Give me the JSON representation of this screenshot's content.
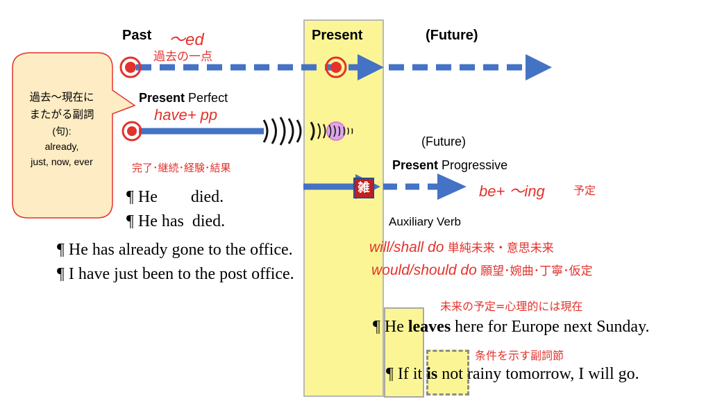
{
  "timeline": {
    "past_label": "Past",
    "past_form": "〜ed",
    "past_point_note": "過去の一点",
    "present_label": "Present",
    "future_label": "(Future)",
    "future_label_2": "(Future)"
  },
  "callout": {
    "line1": "過去〜現在に",
    "line2": "またがる副詞",
    "line3": "(句):",
    "line4": "already,",
    "line5": "just, now, ever"
  },
  "perfect": {
    "title_bold": "Present",
    "title_rest": " Perfect",
    "form": "have+ pp",
    "uses": "完了･継続･経験･結果"
  },
  "progressive": {
    "title_bold": "Present",
    "title_rest": " Progressive",
    "form": "be+ 〜ing",
    "use": "予定",
    "badge": "雑"
  },
  "examples": {
    "ex1": "¶ He        died.",
    "ex2": "¶ He has  died.",
    "ex3": "¶ He has already gone to the office.",
    "ex4": "¶ I have just been to the post office."
  },
  "auxiliary": {
    "title": "Auxiliary Verb",
    "line1_form": "will/shall do",
    "line1_note": " 単純未来・意思未来",
    "line2_form": "would/should do",
    "line2_note": " 願望･婉曲･丁寧･仮定"
  },
  "future_present": {
    "note": "未来の予定=心理的には現在",
    "s_pre": "¶ He ",
    "s_bold": "leaves",
    "s_post": " here for Europe next Sunday.",
    "cond_note": "条件を示す副詞節",
    "c_pre": "¶ If it ",
    "c_bold": "is",
    "c_post": " not rainy tomorrow, I will go."
  },
  "colors": {
    "arrow_blue": "#4472c4",
    "accent_red": "#e3322b",
    "band_yellow": "#fbf596"
  }
}
